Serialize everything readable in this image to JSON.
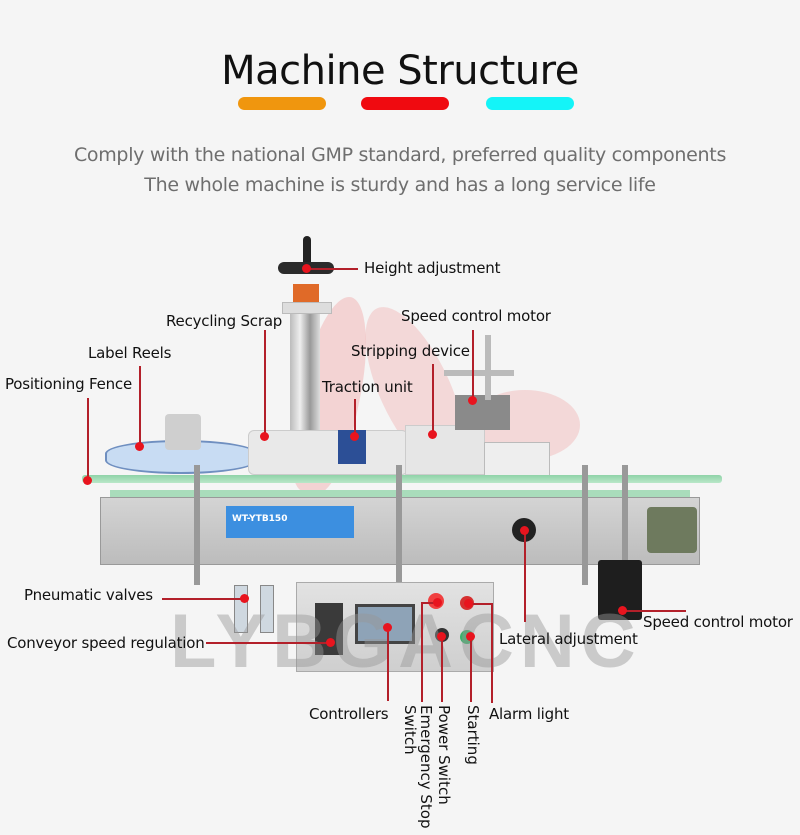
{
  "header": {
    "title": "Machine Structure",
    "accent_bars": [
      "#f0960e",
      "#f00a10",
      "#14f4f8"
    ],
    "subtitle_lines": [
      "Comply with the national GMP standard, preferred quality components",
      "The whole machine is sturdy and has a long service life"
    ]
  },
  "machine": {
    "model_plate": "WT-YTB150",
    "watermark": "LYBGACNC"
  },
  "callouts": {
    "height_adjustment": "Height adjustment",
    "recycling_scrap": "Recycling Scrap",
    "speed_control_motor_top": "Speed control motor",
    "label_reels": "Label Reels",
    "stripping_device": "Stripping device",
    "positioning_fence": "Positioning Fence",
    "traction_unit": "Traction unit",
    "pneumatic_valves": "Pneumatic valves",
    "conveyor_speed_regulation": "Conveyor speed regulation",
    "lateral_adjustment": "Lateral adjustment",
    "speed_control_motor_bottom": "Speed control motor",
    "controllers": "Controllers",
    "emergency_stop_switch": "Emergency Stop Switch",
    "power_switch": "Power Switch",
    "starting": "Starting",
    "alarm_light": "Alarm light"
  },
  "colors": {
    "leader_line": "#b3202a",
    "dot": "#e8141e"
  }
}
